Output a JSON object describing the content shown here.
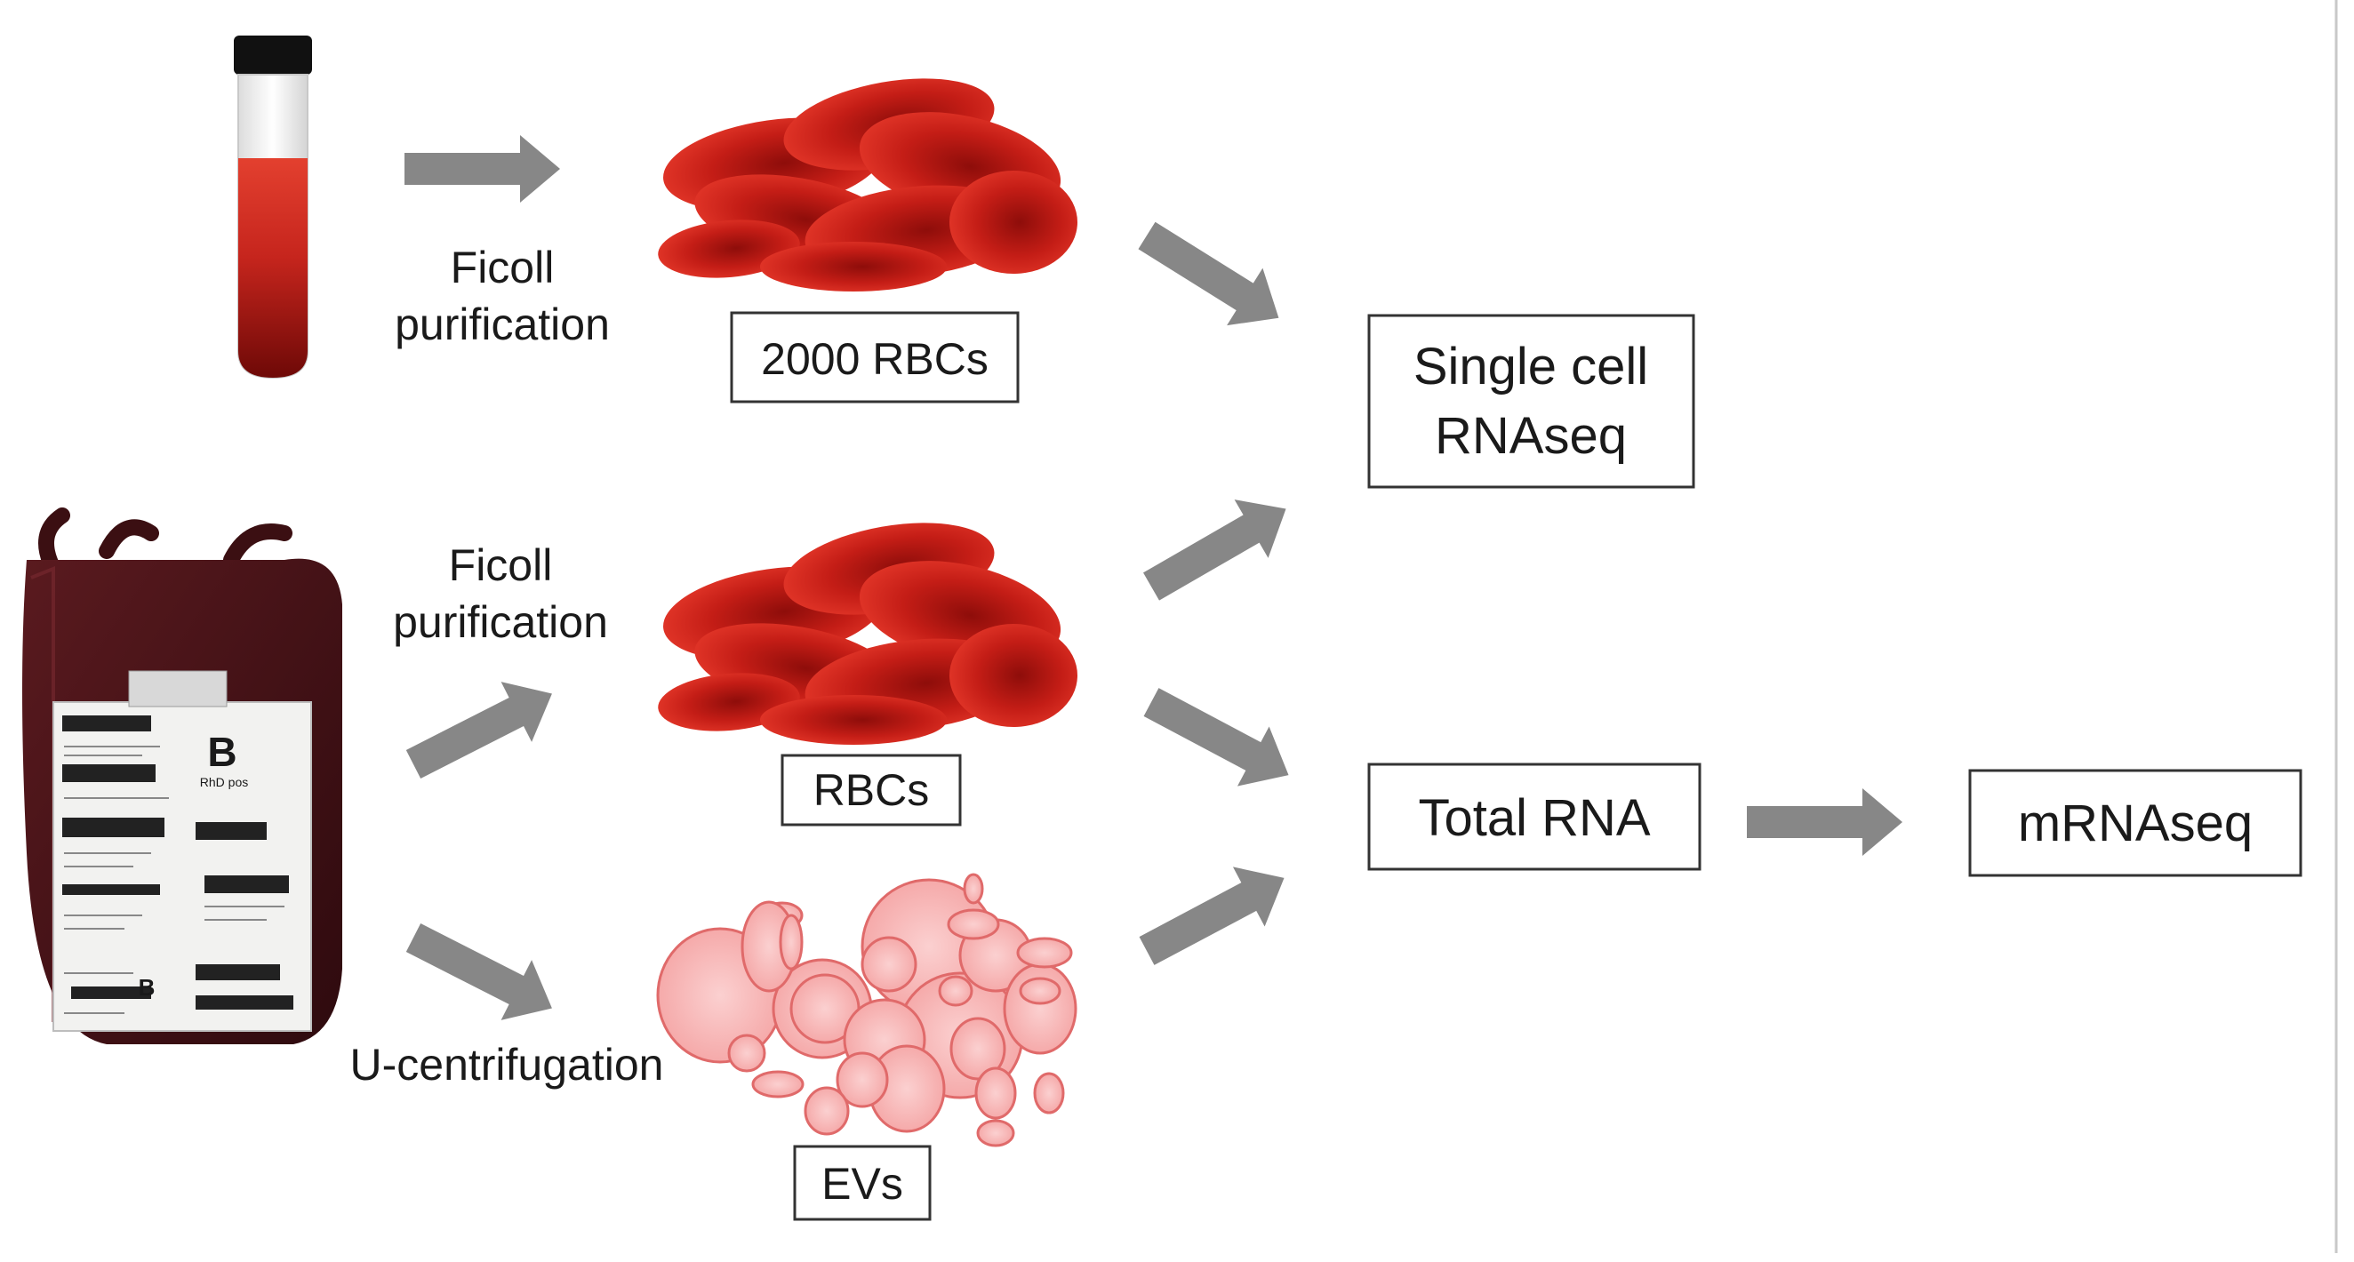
{
  "labels": {
    "ficoll_top_line1": "Ficoll",
    "ficoll_top_line2": "purification",
    "ficoll_mid_line1": "Ficoll",
    "ficoll_mid_line2": "purification",
    "ucentrifugation": "U-centrifugation"
  },
  "boxes": {
    "rbcs_2000": "2000 RBCs",
    "rbcs": "RBCs",
    "evs": "EVs",
    "single_cell_line1": "Single cell",
    "single_cell_line2": "RNAseq",
    "total_rna": "Total RNA",
    "mrnaseq": "mRNAseq"
  },
  "blood_bag_label": {
    "blood_group": "B",
    "rh": "RhD pos"
  },
  "colors": {
    "arrow": "#878787",
    "rbc_dark": "#a8130f",
    "rbc_light": "#e8392c",
    "ev_fill": "#f7b8b8",
    "ev_stroke": "#e06060",
    "tube_cap": "#111111",
    "tube_blood_top": "#e0382a",
    "tube_blood_bottom": "#7c0c0a",
    "bag_blood": "#4a1418",
    "box_border": "#333333"
  }
}
